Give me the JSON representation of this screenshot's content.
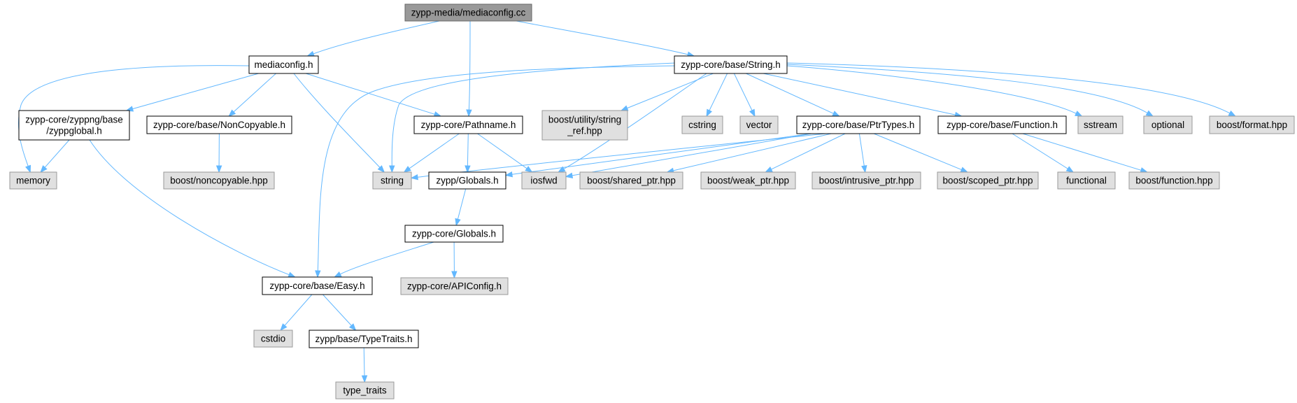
{
  "diagram": {
    "colors": {
      "root_fill": "#999999",
      "root_stroke": "#666666",
      "header_fill": "#ffffff",
      "header_stroke": "#000000",
      "system_fill": "#e0e0e0",
      "system_stroke": "#999999",
      "edge": "#63b8ff"
    },
    "nodes": [
      {
        "id": "mediaconfig_cc",
        "kind": "root",
        "lines": [
          "zypp-media/mediaconfig.cc"
        ]
      },
      {
        "id": "mediaconfig_h",
        "kind": "header",
        "lines": [
          "mediaconfig.h"
        ]
      },
      {
        "id": "string_h",
        "kind": "header",
        "lines": [
          "zypp-core/base/String.h"
        ]
      },
      {
        "id": "zyppglobal_h",
        "kind": "header",
        "lines": [
          "zypp-core/zyppng/base",
          "/zyppglobal.h"
        ]
      },
      {
        "id": "noncopyable_h",
        "kind": "header",
        "lines": [
          "zypp-core/base/NonCopyable.h"
        ]
      },
      {
        "id": "pathname_h",
        "kind": "header",
        "lines": [
          "zypp-core/Pathname.h"
        ]
      },
      {
        "id": "string_ref",
        "kind": "system",
        "lines": [
          "boost/utility/string",
          "_ref.hpp"
        ]
      },
      {
        "id": "cstring",
        "kind": "system",
        "lines": [
          "cstring"
        ]
      },
      {
        "id": "vector",
        "kind": "system",
        "lines": [
          "vector"
        ]
      },
      {
        "id": "ptrtypes_h",
        "kind": "header",
        "lines": [
          "zypp-core/base/PtrTypes.h"
        ]
      },
      {
        "id": "function_h",
        "kind": "header",
        "lines": [
          "zypp-core/base/Function.h"
        ]
      },
      {
        "id": "sstream",
        "kind": "system",
        "lines": [
          "sstream"
        ]
      },
      {
        "id": "optional",
        "kind": "system",
        "lines": [
          "optional"
        ]
      },
      {
        "id": "format",
        "kind": "system",
        "lines": [
          "boost/format.hpp"
        ]
      },
      {
        "id": "memory",
        "kind": "system",
        "lines": [
          "memory"
        ]
      },
      {
        "id": "noncopyable_hpp",
        "kind": "system",
        "lines": [
          "boost/noncopyable.hpp"
        ]
      },
      {
        "id": "string",
        "kind": "system",
        "lines": [
          "string"
        ]
      },
      {
        "id": "zypp_globals_h",
        "kind": "header",
        "lines": [
          "zypp/Globals.h"
        ]
      },
      {
        "id": "iosfwd",
        "kind": "system",
        "lines": [
          "iosfwd"
        ]
      },
      {
        "id": "shared_ptr",
        "kind": "system",
        "lines": [
          "boost/shared_ptr.hpp"
        ]
      },
      {
        "id": "weak_ptr",
        "kind": "system",
        "lines": [
          "boost/weak_ptr.hpp"
        ]
      },
      {
        "id": "intrusive_ptr",
        "kind": "system",
        "lines": [
          "boost/intrusive_ptr.hpp"
        ]
      },
      {
        "id": "scoped_ptr",
        "kind": "system",
        "lines": [
          "boost/scoped_ptr.hpp"
        ]
      },
      {
        "id": "functional",
        "kind": "system",
        "lines": [
          "functional"
        ]
      },
      {
        "id": "function_hpp",
        "kind": "system",
        "lines": [
          "boost/function.hpp"
        ]
      },
      {
        "id": "core_globals_h",
        "kind": "header",
        "lines": [
          "zypp-core/Globals.h"
        ]
      },
      {
        "id": "easy_h",
        "kind": "header",
        "lines": [
          "zypp-core/base/Easy.h"
        ]
      },
      {
        "id": "apiconfig_h",
        "kind": "system",
        "lines": [
          "zypp-core/APIConfig.h"
        ]
      },
      {
        "id": "cstdio",
        "kind": "system",
        "lines": [
          "cstdio"
        ]
      },
      {
        "id": "typetraits_h",
        "kind": "header",
        "lines": [
          "zypp/base/TypeTraits.h"
        ]
      },
      {
        "id": "type_traits",
        "kind": "system",
        "lines": [
          "type_traits"
        ]
      }
    ],
    "edges": [
      {
        "from": "mediaconfig_cc",
        "to": "mediaconfig_h"
      },
      {
        "from": "mediaconfig_cc",
        "to": "string_h"
      },
      {
        "from": "mediaconfig_cc",
        "to": "pathname_h"
      },
      {
        "from": "mediaconfig_h",
        "to": "memory"
      },
      {
        "from": "mediaconfig_h",
        "to": "zyppglobal_h"
      },
      {
        "from": "mediaconfig_h",
        "to": "noncopyable_h"
      },
      {
        "from": "mediaconfig_h",
        "to": "pathname_h"
      },
      {
        "from": "mediaconfig_h",
        "to": "string"
      },
      {
        "from": "zyppglobal_h",
        "to": "memory"
      },
      {
        "from": "zyppglobal_h",
        "to": "easy_h"
      },
      {
        "from": "noncopyable_h",
        "to": "noncopyable_hpp"
      },
      {
        "from": "string_h",
        "to": "easy_h"
      },
      {
        "from": "string_h",
        "to": "string"
      },
      {
        "from": "string_h",
        "to": "string_ref"
      },
      {
        "from": "string_h",
        "to": "iosfwd"
      },
      {
        "from": "string_h",
        "to": "cstring"
      },
      {
        "from": "string_h",
        "to": "vector"
      },
      {
        "from": "string_h",
        "to": "ptrtypes_h"
      },
      {
        "from": "string_h",
        "to": "function_h"
      },
      {
        "from": "string_h",
        "to": "sstream"
      },
      {
        "from": "string_h",
        "to": "optional"
      },
      {
        "from": "string_h",
        "to": "format"
      },
      {
        "from": "pathname_h",
        "to": "string"
      },
      {
        "from": "pathname_h",
        "to": "zypp_globals_h"
      },
      {
        "from": "pathname_h",
        "to": "iosfwd"
      },
      {
        "from": "ptrtypes_h",
        "to": "string"
      },
      {
        "from": "ptrtypes_h",
        "to": "zypp_globals_h"
      },
      {
        "from": "ptrtypes_h",
        "to": "iosfwd"
      },
      {
        "from": "ptrtypes_h",
        "to": "shared_ptr"
      },
      {
        "from": "ptrtypes_h",
        "to": "weak_ptr"
      },
      {
        "from": "ptrtypes_h",
        "to": "intrusive_ptr"
      },
      {
        "from": "ptrtypes_h",
        "to": "scoped_ptr"
      },
      {
        "from": "function_h",
        "to": "functional"
      },
      {
        "from": "function_h",
        "to": "function_hpp"
      },
      {
        "from": "zypp_globals_h",
        "to": "core_globals_h"
      },
      {
        "from": "core_globals_h",
        "to": "easy_h"
      },
      {
        "from": "core_globals_h",
        "to": "apiconfig_h"
      },
      {
        "from": "easy_h",
        "to": "cstdio"
      },
      {
        "from": "easy_h",
        "to": "typetraits_h"
      },
      {
        "from": "typetraits_h",
        "to": "type_traits"
      }
    ]
  }
}
